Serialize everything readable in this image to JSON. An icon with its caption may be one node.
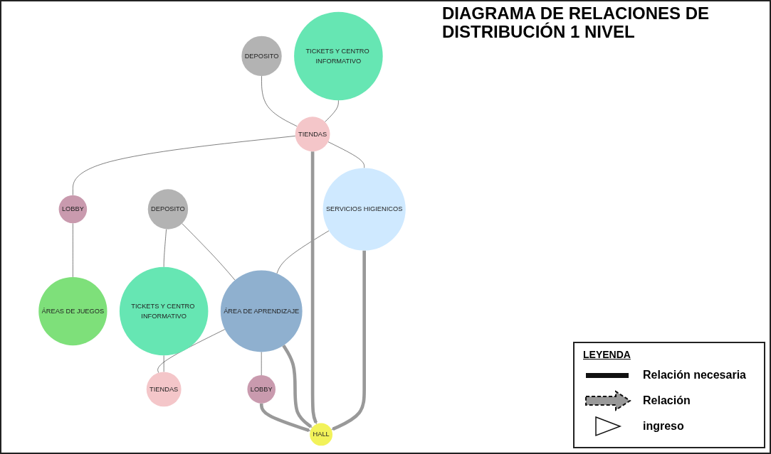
{
  "diagram": {
    "title": "DIAGRAMA DE RELACIONES DE DISTRIBUCIÓN 1 NIVEL",
    "nodes": [
      {
        "text": [
          "TICKETS Y CENTRO INFORMATIVO"
        ]
      },
      {
        "text": [
          "DEPOSITO"
        ]
      },
      {
        "text": [
          "SERVICIOS HIGIENICOS"
        ]
      },
      {
        "text": [
          "DEPOSITO"
        ]
      },
      {
        "text": [
          "TICKETS Y CENTRO INFORMATIVO"
        ]
      },
      {
        "text": [
          "TIENDAS"
        ]
      },
      {
        "text": [
          "HALL"
        ]
      },
      {
        "text": [
          "ÁREA DE APRENDIZAJE"
        ]
      },
      {
        "text": [
          "TIENDAS"
        ]
      },
      {
        "text": [
          "LOBBY"
        ]
      },
      {
        "text": [
          "LOBBY"
        ]
      },
      {
        "text": [
          "ÁREAS DE JUEGOS"
        ]
      }
    ],
    "edges": [
      {
        "from": 0,
        "to": 5,
        "arrow": "none"
      },
      {
        "from": 1,
        "to": 5,
        "arrow": "none"
      },
      {
        "from": 2,
        "to": 5,
        "arrow": "none"
      },
      {
        "from": 2,
        "to": 7,
        "arrow": "none"
      },
      {
        "from": 3,
        "to": 4,
        "arrow": "none"
      },
      {
        "from": 3,
        "to": 7,
        "arrow": "none"
      },
      {
        "from": 4,
        "to": 8,
        "arrow": "none"
      },
      {
        "from": 7,
        "to": 8,
        "arrow": "none"
      },
      {
        "from": 7,
        "to": 10,
        "arrow": "none"
      },
      {
        "from": 5,
        "to": 9,
        "arrow": "none"
      },
      {
        "from": 9,
        "to": 11,
        "arrow": "none"
      },
      {
        "from": 2,
        "to": 6,
        "arrow": "to",
        "style": "thick",
        "color": "#999999"
      },
      {
        "from": 5,
        "to": 6,
        "arrow": "to",
        "style": "thick",
        "color": "#999999"
      },
      {
        "from": 7,
        "to": 6,
        "arrow": "to",
        "style": "thick",
        "color": "#999999"
      },
      {
        "from": 10,
        "to": 6,
        "arrow": "to",
        "style": "thick",
        "color": "#999999"
      }
    ],
    "labels": [
      "LEYENDA"
    ],
    "legend": [
      {
        "text": "Relación necesaria"
      },
      {
        "text": "Relación"
      },
      {
        "text": "ingreso"
      }
    ]
  }
}
